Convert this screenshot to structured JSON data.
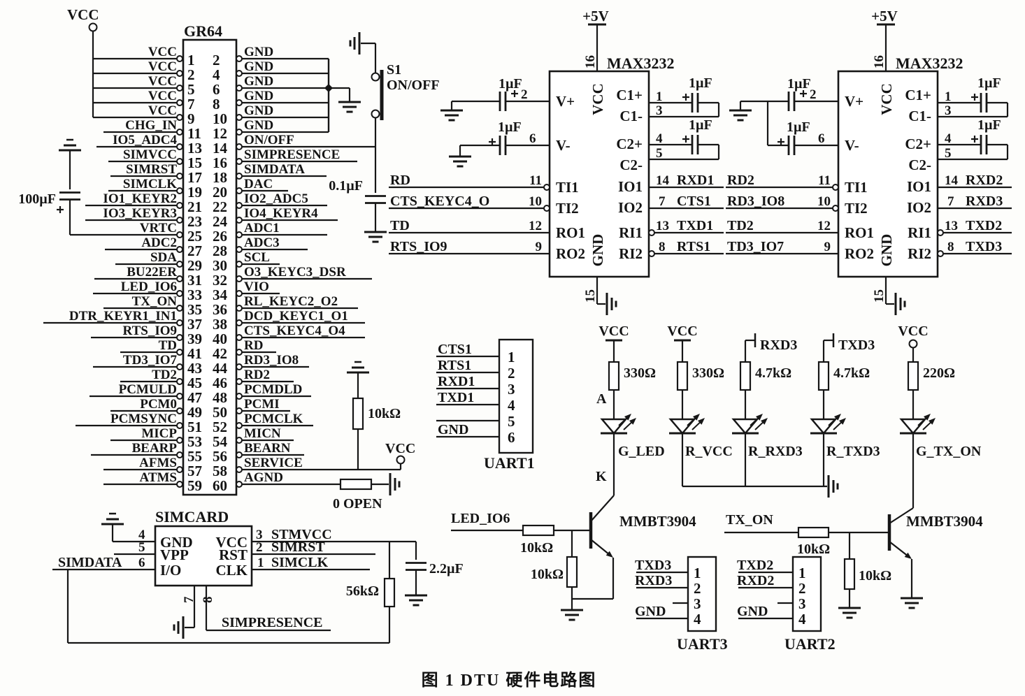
{
  "caption": "图 1  DTU 硬件电路图",
  "gr64": {
    "title": "GR64",
    "vcc_terminal": "VCC",
    "cap_vrtc": "100µF",
    "rows": [
      {
        "l": "VCC",
        "lp": "1",
        "rp": "2",
        "r": "GND"
      },
      {
        "l": "VCC",
        "lp": "2",
        "rp": "4",
        "r": "GND"
      },
      {
        "l": "VCC",
        "lp": "5",
        "rp": "6",
        "r": "GND"
      },
      {
        "l": "VCC",
        "lp": "7",
        "rp": "8",
        "r": "GND"
      },
      {
        "l": "VCC",
        "lp": "9",
        "rp": "10",
        "r": "GND"
      },
      {
        "l": "CHG_IN",
        "lp": "11",
        "rp": "12",
        "r": "GND"
      },
      {
        "l": "IO5_ADC4",
        "lp": "13",
        "rp": "14",
        "r": "ON/OFF"
      },
      {
        "l": "SIMVCC",
        "lp": "15",
        "rp": "16",
        "r": "SIMPRESENCE"
      },
      {
        "l": "SIMRST",
        "lp": "17",
        "rp": "18",
        "r": "SIMDATA"
      },
      {
        "l": "SIMCLK",
        "lp": "19",
        "rp": "20",
        "r": "DAC"
      },
      {
        "l": "IO1_KEYR2",
        "lp": "21",
        "rp": "22",
        "r": "IO2_ADC5"
      },
      {
        "l": "IO3_KEYR3",
        "lp": "23",
        "rp": "24",
        "r": "IO4_KEYR4"
      },
      {
        "l": "VRTC",
        "lp": "25",
        "rp": "26",
        "r": "ADC1"
      },
      {
        "l": "ADC2",
        "lp": "27",
        "rp": "28",
        "r": "ADC3"
      },
      {
        "l": "SDA",
        "lp": "29",
        "rp": "30",
        "r": "SCL"
      },
      {
        "l": "BU22ER",
        "lp": "31",
        "rp": "32",
        "r": "O3_KEYC3_DSR"
      },
      {
        "l": "LED_IO6",
        "lp": "33",
        "rp": "34",
        "r": "VIO"
      },
      {
        "l": "TX_ON",
        "lp": "35",
        "rp": "36",
        "r": "RL_KEYC2_O2"
      },
      {
        "l": "DTR_KEYR1_IN1",
        "lp": "37",
        "rp": "38",
        "r": "DCD_KEYC1_O1"
      },
      {
        "l": "RTS_IO9",
        "lp": "39",
        "rp": "40",
        "r": "CTS_KEYC4_O4"
      },
      {
        "l": "TD",
        "lp": "41",
        "rp": "42",
        "r": "RD"
      },
      {
        "l": "TD3_IO7",
        "lp": "43",
        "rp": "44",
        "r": "RD3_IO8"
      },
      {
        "l": "TD2",
        "lp": "45",
        "rp": "46",
        "r": "RD2"
      },
      {
        "l": "PCMULD",
        "lp": "47",
        "rp": "48",
        "r": "PCMDLD"
      },
      {
        "l": "PCM0",
        "lp": "49",
        "rp": "50",
        "r": "PCMI"
      },
      {
        "l": "PCMSYNC",
        "lp": "51",
        "rp": "52",
        "r": "PCMCLK"
      },
      {
        "l": "MICP",
        "lp": "53",
        "rp": "54",
        "r": "MICN"
      },
      {
        "l": "BEARP",
        "lp": "55",
        "rp": "56",
        "r": "BEARN"
      },
      {
        "l": "AFMS",
        "lp": "57",
        "rp": "58",
        "r": "SERVICE"
      },
      {
        "l": "ATMS",
        "lp": "59",
        "rp": "60",
        "r": "AGND"
      }
    ]
  },
  "onoff": {
    "switch": "S1",
    "label": "ON/OFF",
    "cap": "0.1µF"
  },
  "service_branch": {
    "res": "10kΩ",
    "vcc": "VCC"
  },
  "agnd_branch": {
    "res": "0 OPEN"
  },
  "max1": {
    "title": "MAX3232",
    "supply": "+5V",
    "top_pin": "16",
    "bottom_pin": "15",
    "inner_vcc": "VCC",
    "inner_gnd": "GND",
    "inner_left": [
      "V+",
      "V-",
      "TI1",
      "TI2",
      "RO1",
      "RO2"
    ],
    "inner_right": [
      "C1+",
      "C1-",
      "C2+",
      "C2-",
      "IO1",
      "IO2",
      "RI1",
      "RI2"
    ],
    "caps": [
      "1µF",
      "1µF",
      "1µF",
      "1µF"
    ],
    "vplus_pin": "2",
    "vminus_pin": "6",
    "sig_pins": [
      "11",
      "10",
      "12",
      "9"
    ],
    "sig_nets": [
      "RD",
      "CTS_KEYC4_O",
      "TD",
      "RTS_IO9"
    ],
    "cap_pins": [
      "1",
      "3",
      "4",
      "5"
    ],
    "out_pins": [
      "14",
      "7",
      "13",
      "8"
    ],
    "out_nets": [
      "RXD1",
      "CTS1",
      "TXD1",
      "RTS1"
    ]
  },
  "max2": {
    "title": "MAX3232",
    "supply": "+5V",
    "top_pin": "16",
    "bottom_pin": "15",
    "inner_vcc": "VCC",
    "inner_gnd": "GND",
    "inner_left": [
      "V+",
      "V-",
      "TI1",
      "TI2",
      "RO1",
      "RO2"
    ],
    "inner_right": [
      "C1+",
      "C1-",
      "C2+",
      "C2-",
      "IO1",
      "IO2",
      "RI1",
      "RI2"
    ],
    "caps": [
      "1µF",
      "1µF",
      "1µF",
      "1µF"
    ],
    "vplus_pin": "2",
    "vminus_pin": "6",
    "sig_pins": [
      "11",
      "10",
      "12",
      "9"
    ],
    "sig_nets": [
      "RD2",
      "RD3_IO8",
      "TD2",
      "TD3_IO7"
    ],
    "cap_pins": [
      "1",
      "3",
      "4",
      "5"
    ],
    "out_pins": [
      "14",
      "7",
      "13",
      "8"
    ],
    "out_nets": [
      "RXD2",
      "RXD3",
      "TXD2",
      "TXD3"
    ]
  },
  "uart1": {
    "title": "UART1",
    "pins": [
      "1",
      "2",
      "3",
      "4",
      "5",
      "6"
    ],
    "nets": [
      "CTS1",
      "RTS1",
      "RXD1",
      "TXD1",
      "",
      "GND"
    ]
  },
  "uart3": {
    "title": "UART3",
    "pins": [
      "1",
      "2",
      "3",
      "4"
    ],
    "nets": [
      "TXD3",
      "RXD3",
      "",
      "GND"
    ]
  },
  "uart2": {
    "title": "UART2",
    "pins": [
      "1",
      "2",
      "3",
      "4"
    ],
    "nets": [
      "TXD2",
      "RXD2",
      "",
      "GND"
    ]
  },
  "leds": [
    {
      "supply": "VCC",
      "res": "330Ω",
      "name": "G_LED",
      "anode": "A",
      "cathode": "K"
    },
    {
      "supply": "VCC",
      "res": "330Ω",
      "name": "R_VCC"
    },
    {
      "supply": "RXD3",
      "res": "4.7kΩ",
      "name": "R_RXD3"
    },
    {
      "supply": "TXD3",
      "res": "4.7kΩ",
      "name": "R_TXD3"
    },
    {
      "supply": "VCC",
      "res": "220Ω",
      "name": "G_TX_ON"
    }
  ],
  "q1": {
    "part": "MMBT3904",
    "net": "LED_IO6",
    "r_base": "10kΩ",
    "r_pull": "10kΩ"
  },
  "q2": {
    "part": "MMBT3904",
    "net": "TX_ON",
    "r_base": "10kΩ",
    "r_pull": "10kΩ"
  },
  "simcard": {
    "title": "SIMCARD",
    "inner_left": [
      "GND",
      "VPP",
      "I/O"
    ],
    "inner_right": [
      "VCC",
      "RST",
      "CLK"
    ],
    "left_pins": [
      "4",
      "5",
      "6"
    ],
    "right_pins": [
      "3",
      "2",
      "1"
    ],
    "right_nets": [
      "STMVCC",
      "SIMRST",
      "SIMCLK"
    ],
    "bottom_pins": [
      "7",
      "8"
    ],
    "net_simdata": "SIMDATA",
    "net_simpresence": "SIMPRESENCE",
    "pullup": "56kΩ",
    "cap": "2.2µF"
  }
}
